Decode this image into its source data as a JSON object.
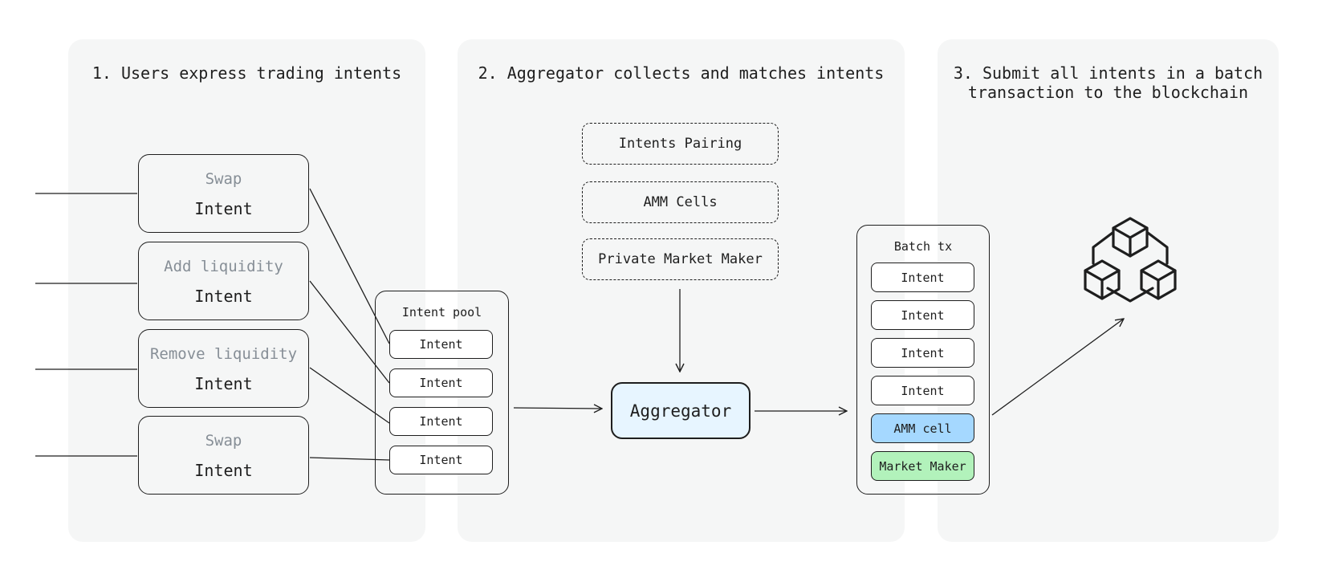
{
  "panels": [
    {
      "title": "1. Users express trading intents"
    },
    {
      "title": "2. Aggregator collects and matches intents"
    },
    {
      "title_line1": "3. Submit all intents in a batch",
      "title_line2": "transaction to the blockchain"
    }
  ],
  "user_intents": [
    {
      "kind": "Swap",
      "label": "Intent"
    },
    {
      "kind": "Add liquidity",
      "label": "Intent"
    },
    {
      "kind": "Remove liquidity",
      "label": "Intent"
    },
    {
      "kind": "Swap",
      "label": "Intent"
    }
  ],
  "intent_pool": {
    "title": "Intent pool",
    "items": [
      "Intent",
      "Intent",
      "Intent",
      "Intent"
    ]
  },
  "matching_sources": [
    "Intents Pairing",
    "AMM Cells",
    "Private Market Maker"
  ],
  "aggregator": {
    "label": "Aggregator"
  },
  "batch_tx": {
    "title": "Batch tx",
    "items": [
      "Intent",
      "Intent",
      "Intent",
      "Intent"
    ],
    "amm_cell": "AMM cell",
    "market_maker": "Market Maker"
  },
  "colors": {
    "panel_bg": "#f5f6f6",
    "aggregator_fill": "#e7f5ff",
    "amm_cell_fill": "#a5d8ff",
    "market_maker_fill": "#b2f2bb",
    "muted_text": "#868e96"
  },
  "icons": {
    "blockchain": "blockchain-cubes-icon"
  }
}
